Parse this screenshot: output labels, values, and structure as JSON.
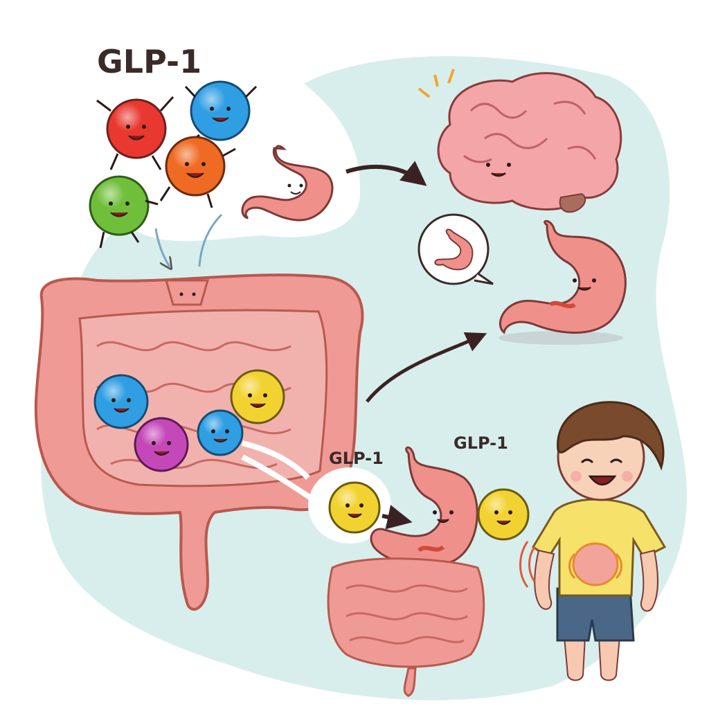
{
  "labels": {
    "title": "GLP-1",
    "glp1_left": "GLP-1",
    "glp1_right": "GLP-1"
  },
  "colors": {
    "background_blob": "#d7eeec",
    "tissue": "#ef9a94",
    "tissue_dark": "#d86e6a",
    "outline": "#7a3a36",
    "brain": "#f3a5a7",
    "arrow": "#3b2222",
    "molecule_red": "#e8382f",
    "molecule_blue": "#2f9ee3",
    "molecule_orange": "#ef6a22",
    "molecule_green": "#6fbf3a",
    "molecule_purple": "#c548b8",
    "molecule_yellow": "#f2d230",
    "shirt": "#f6e26a",
    "shorts": "#4b6788",
    "hair": "#7a4a2c"
  },
  "icons": [
    "brain-icon",
    "stomach-icon",
    "intestine-icon",
    "molecule-icon",
    "child-icon",
    "speech-bubble-icon"
  ]
}
